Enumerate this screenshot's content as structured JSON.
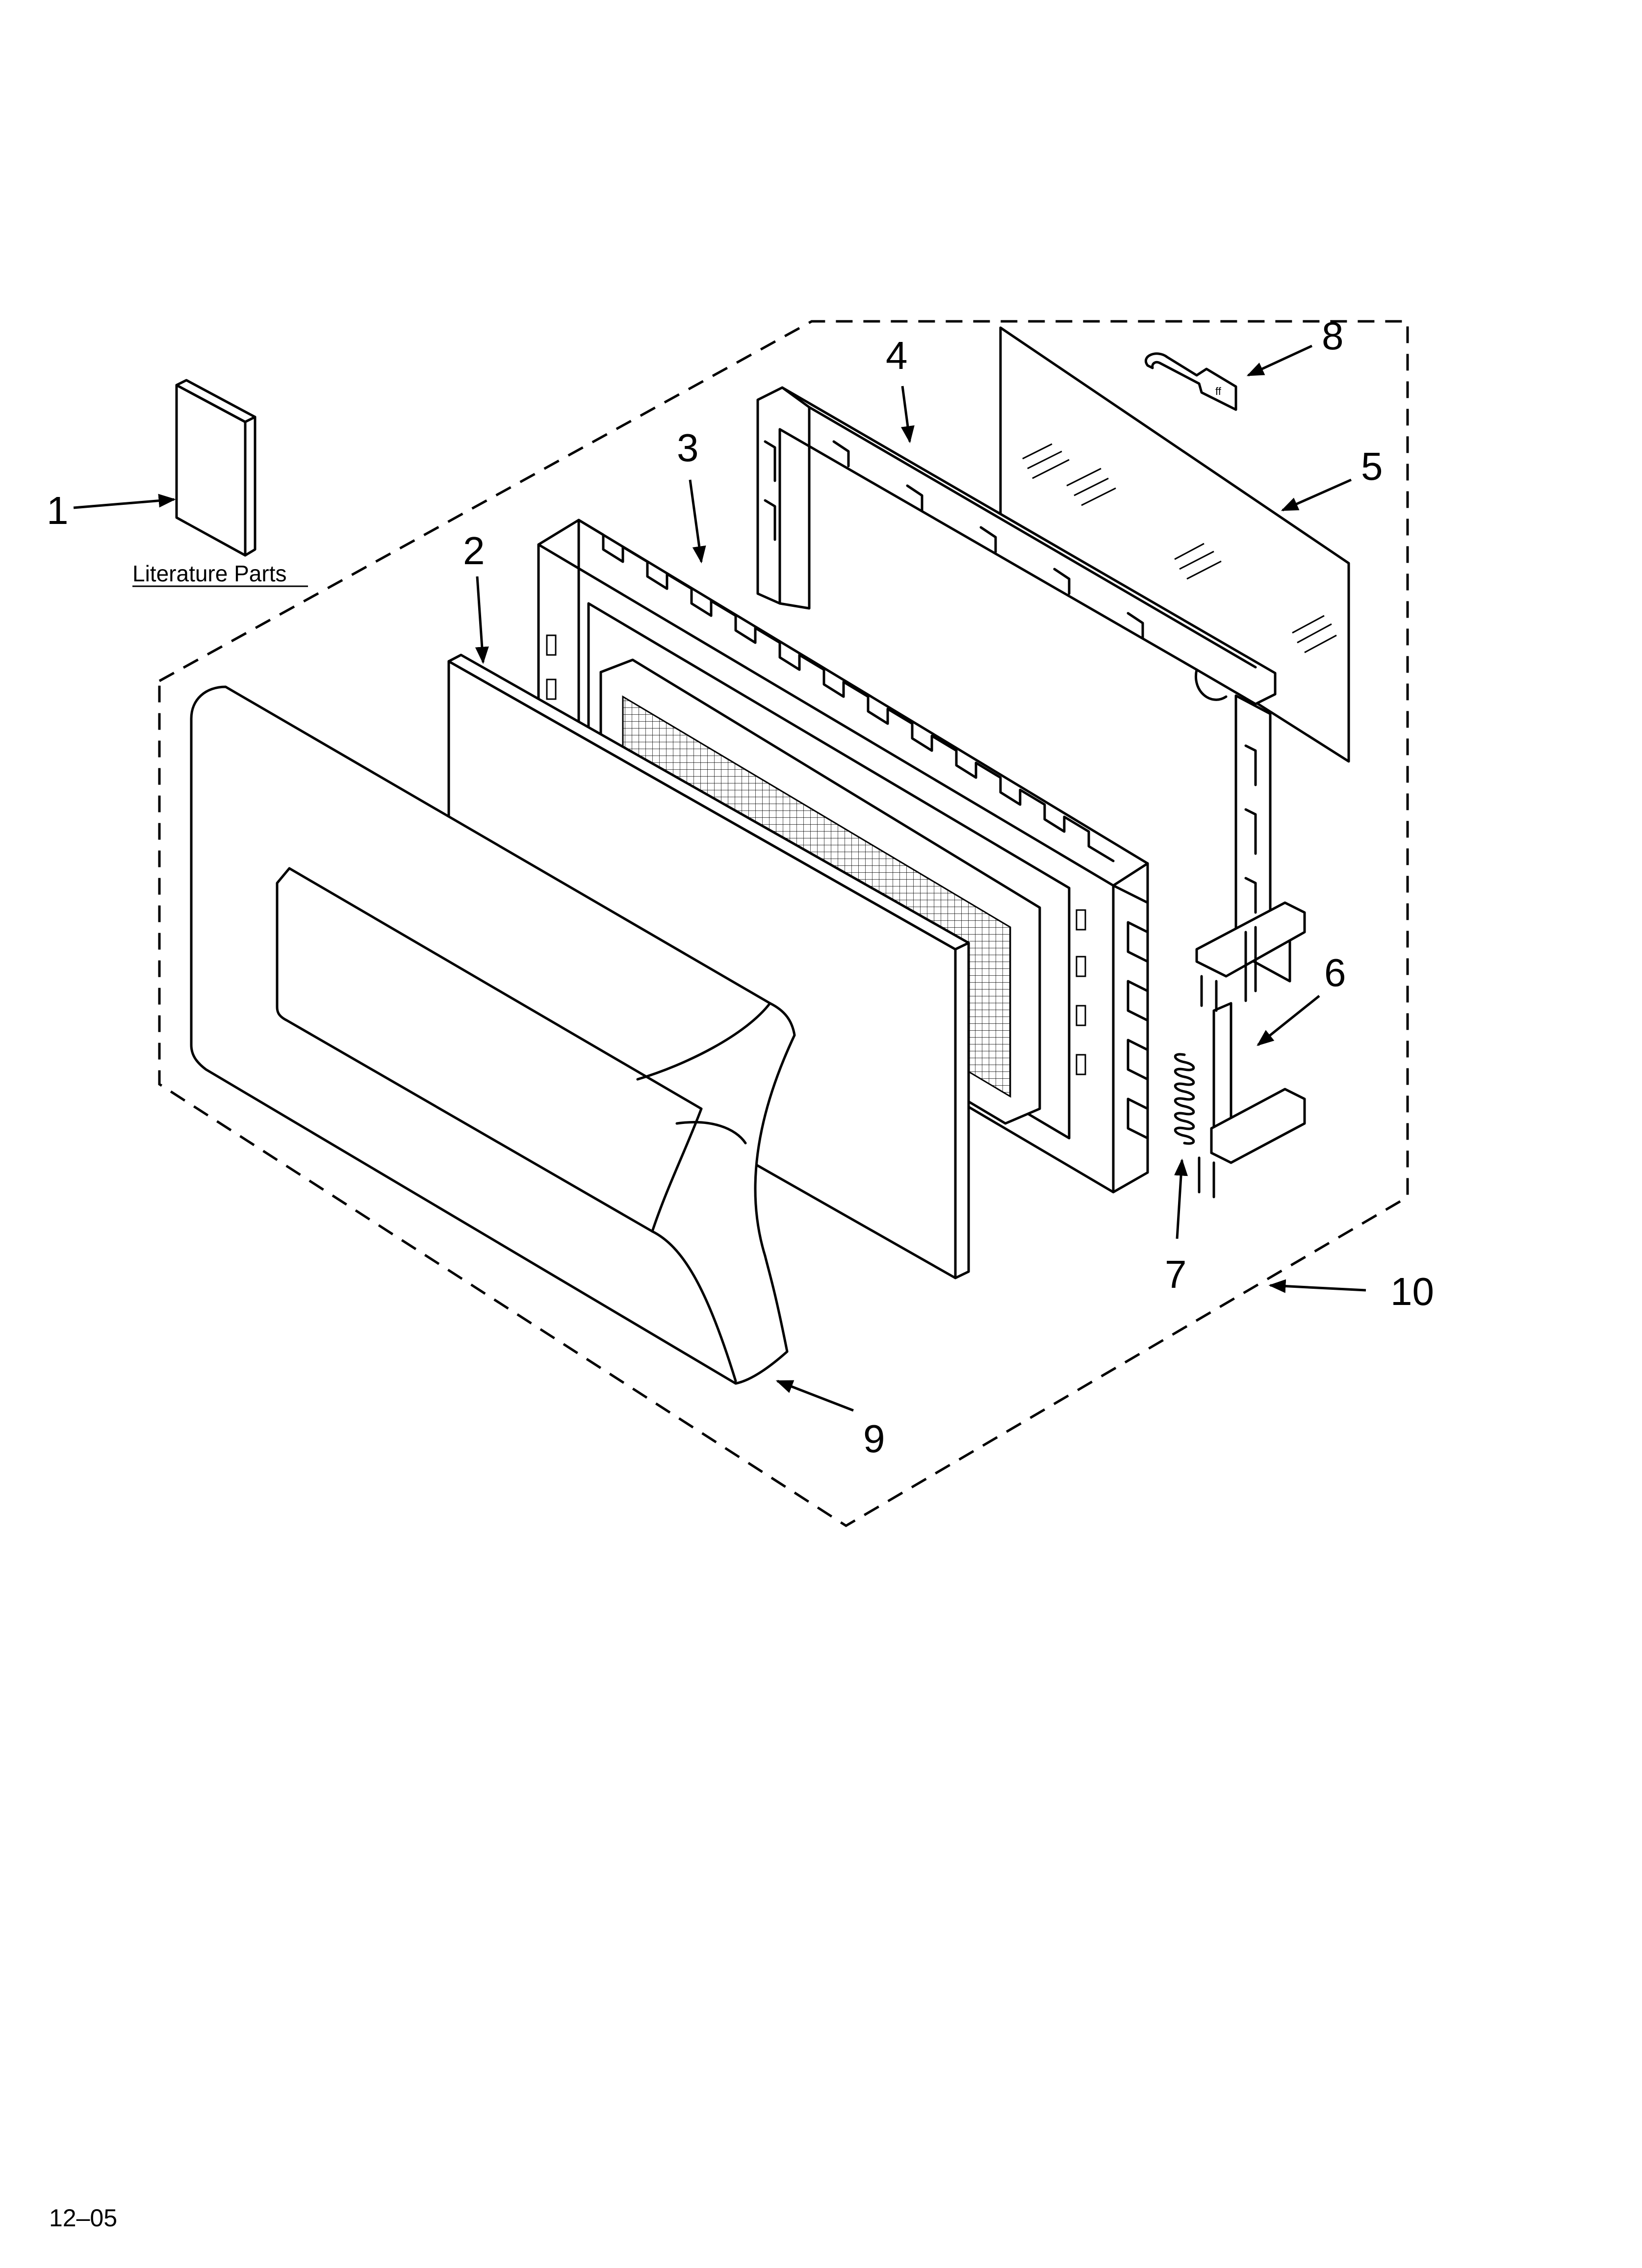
{
  "diagram": {
    "literature_label": "Literature Parts",
    "footer_code": "12–05",
    "callouts": [
      "1",
      "2",
      "3",
      "4",
      "5",
      "6",
      "7",
      "8",
      "9",
      "10"
    ]
  }
}
